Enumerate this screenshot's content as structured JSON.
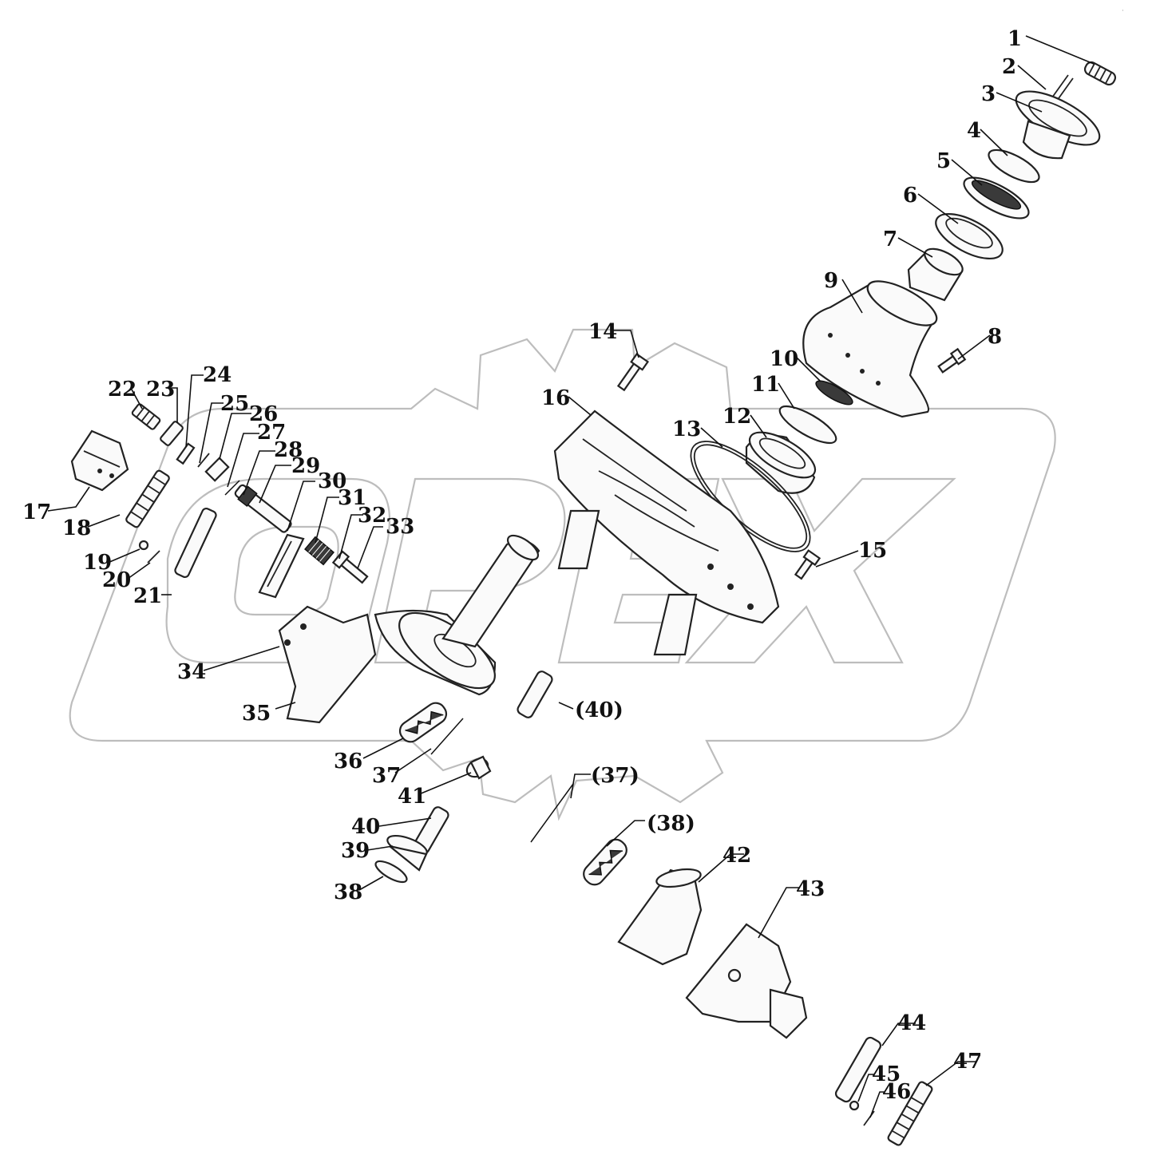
{
  "marks": {
    "corner": "·"
  },
  "callouts": {
    "c1": "1",
    "c2": "2",
    "c3": "3",
    "c4": "4",
    "c5": "5",
    "c6": "6",
    "c7": "7",
    "c8": "8",
    "c9": "9",
    "c10": "10",
    "c11": "11",
    "c12": "12",
    "c13": "13",
    "c14": "14",
    "c15": "15",
    "c16": "16",
    "c17": "17",
    "c18": "18",
    "c19": "19",
    "c20": "20",
    "c21": "21",
    "c22": "22",
    "c23": "23",
    "c24": "24",
    "c25": "25",
    "c26": "26",
    "c27": "27",
    "c28": "28",
    "c29": "29",
    "c30": "30",
    "c31": "31",
    "c32": "32",
    "c33": "33",
    "c34": "34",
    "c35": "35",
    "c36": "36",
    "c37": "37",
    "c38": "38",
    "c39": "39",
    "c40": "40",
    "c41": "41",
    "c42": "42",
    "c43": "43",
    "c44": "44",
    "c45": "45",
    "c46": "46",
    "c47": "47",
    "c40_paren": "(40)",
    "c37_paren": "(37)",
    "c38_paren": "(38)"
  }
}
